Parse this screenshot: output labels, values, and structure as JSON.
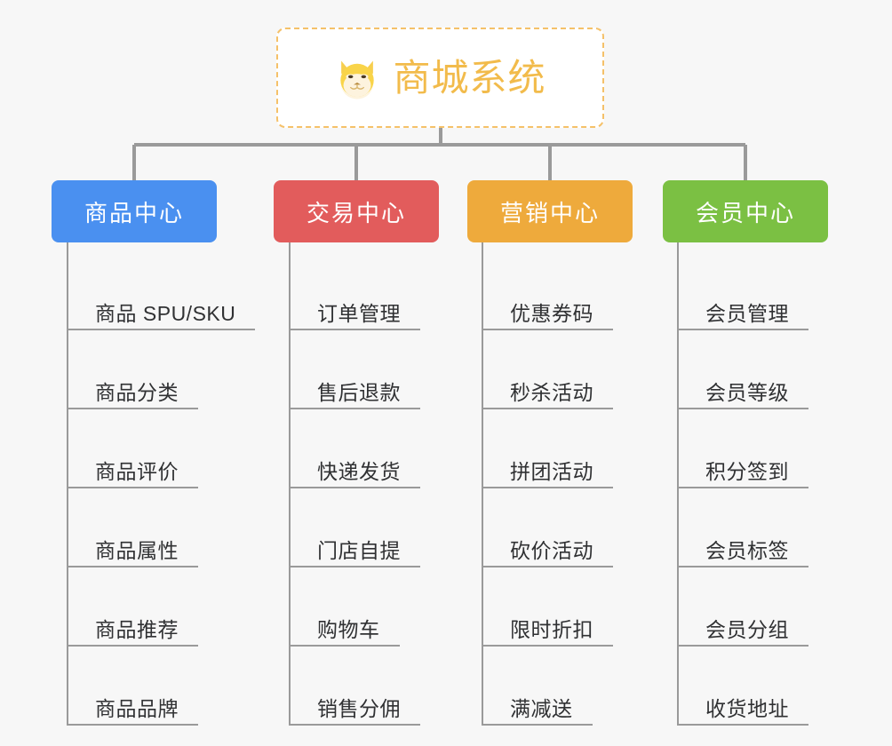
{
  "root": {
    "title": "商城系统",
    "icon": "shiba-dog-icon",
    "border_color": "#f5c169",
    "text_color": "#f2bb4b",
    "background": "#ffffff"
  },
  "canvas": {
    "background": "#f7f7f7",
    "connector_color": "#9a9a9a"
  },
  "columns": [
    {
      "title": "商品中心",
      "color": "#4a90f0",
      "items": [
        {
          "label": "商品 SPU/SKU"
        },
        {
          "label": "商品分类"
        },
        {
          "label": "商品评价"
        },
        {
          "label": "商品属性"
        },
        {
          "label": "商品推荐"
        },
        {
          "label": "商品品牌"
        }
      ]
    },
    {
      "title": "交易中心",
      "color": "#e25c5c",
      "items": [
        {
          "label": "订单管理"
        },
        {
          "label": "售后退款"
        },
        {
          "label": "快递发货"
        },
        {
          "label": "门店自提"
        },
        {
          "label": "购物车"
        },
        {
          "label": "销售分佣"
        }
      ]
    },
    {
      "title": "营销中心",
      "color": "#eeaa3c",
      "items": [
        {
          "label": "优惠券码"
        },
        {
          "label": "秒杀活动"
        },
        {
          "label": "拼团活动"
        },
        {
          "label": "砍价活动"
        },
        {
          "label": "限时折扣"
        },
        {
          "label": "满减送"
        }
      ]
    },
    {
      "title": "会员中心",
      "color": "#7bc043",
      "items": [
        {
          "label": "会员管理"
        },
        {
          "label": "会员等级"
        },
        {
          "label": "积分签到"
        },
        {
          "label": "会员标签"
        },
        {
          "label": "会员分组"
        },
        {
          "label": "收货地址"
        }
      ]
    }
  ]
}
